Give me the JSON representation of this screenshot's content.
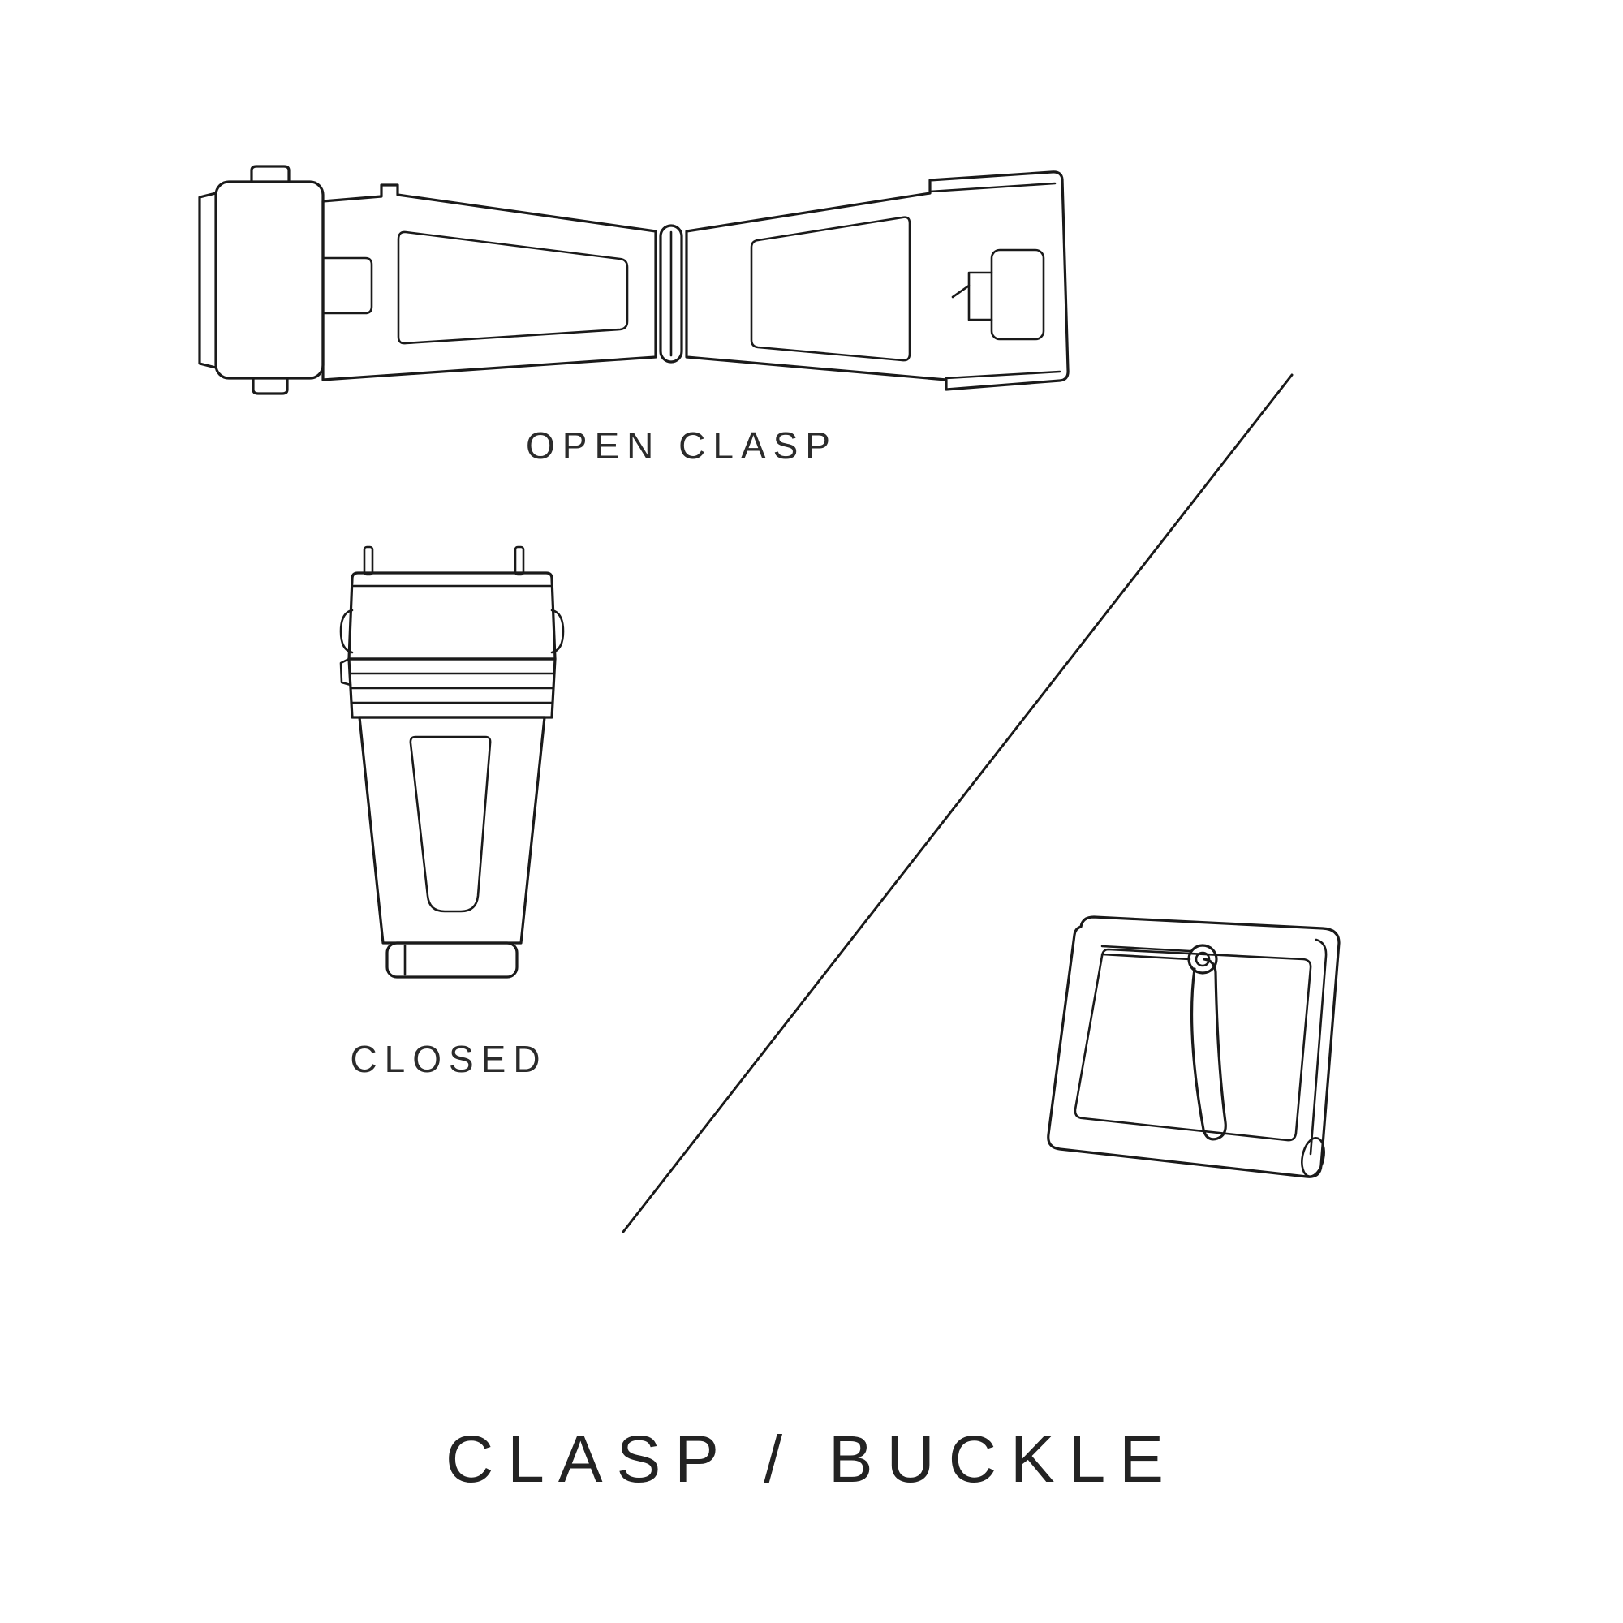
{
  "page": {
    "title": "CLASP / BUCKLE",
    "background": "#ffffff"
  },
  "colors": {
    "line": "#1a1a1a",
    "text": "#2b2b2b"
  },
  "labels": {
    "open_clasp": "OPEN CLASP",
    "closed": "CLOSED"
  },
  "illustrations": {
    "open_clasp": "open-deployant-clasp-top-view",
    "closed_clasp": "closed-deployant-clasp-top-view",
    "buckle": "pin-tang-buckle",
    "divider": "diagonal-divider-line"
  }
}
